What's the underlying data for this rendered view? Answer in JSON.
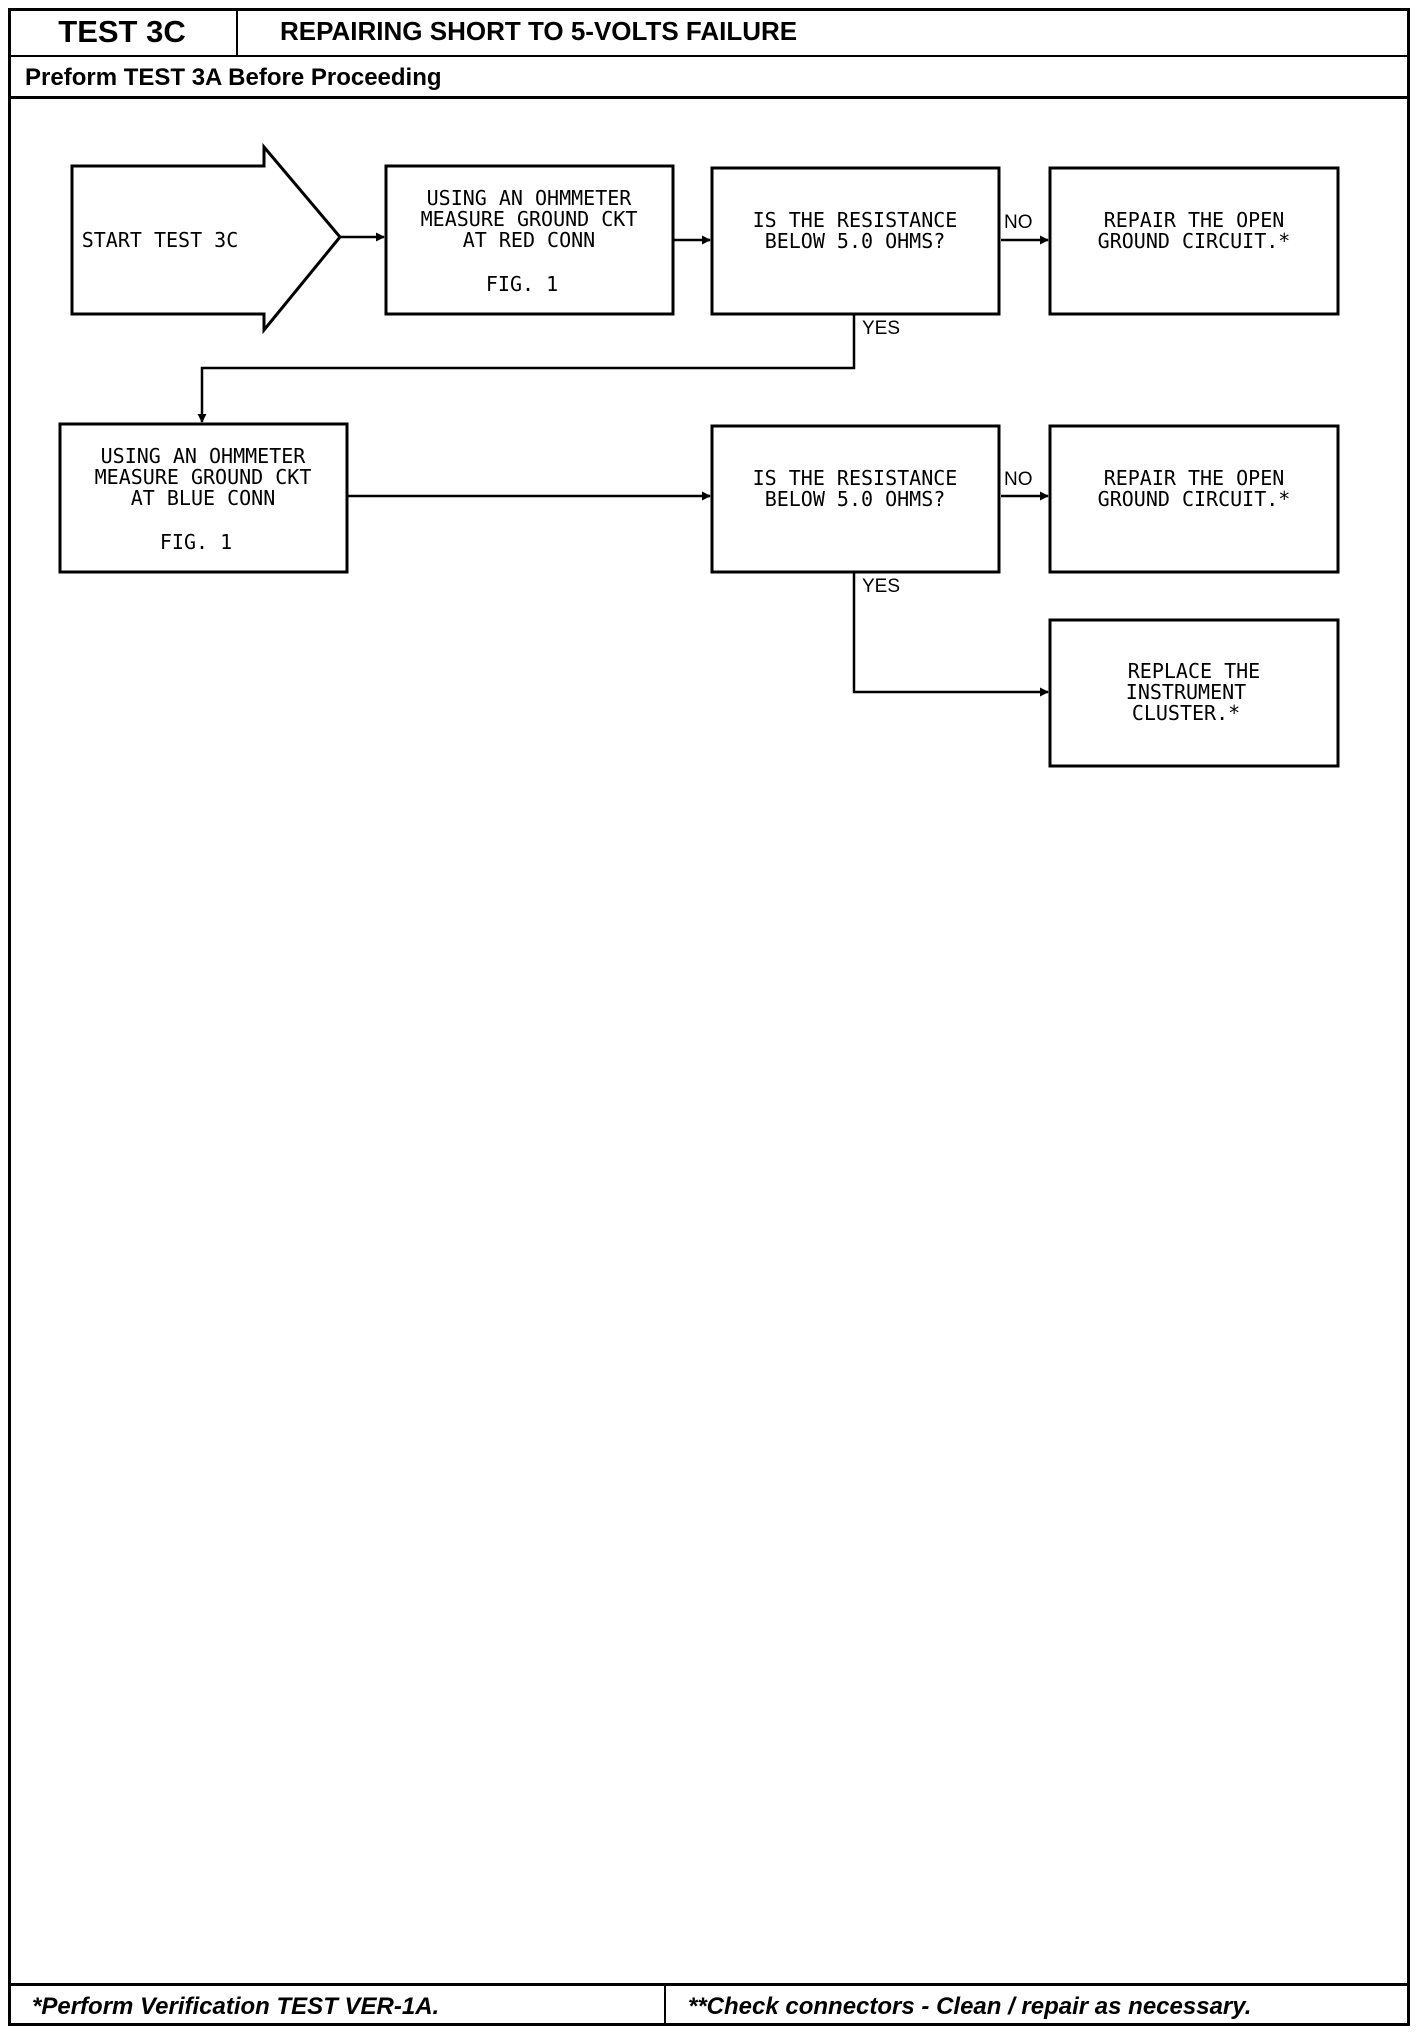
{
  "header": {
    "test_id": "TEST 3C",
    "title": "REPAIRING SHORT TO 5-VOLTS FAILURE",
    "prerequisite": "Preform TEST 3A Before Proceeding"
  },
  "flowchart": {
    "start": "START TEST 3C",
    "step1": {
      "lines": [
        "USING AN OHMMETER",
        "MEASURE GROUND CKT",
        "AT RED CONN"
      ],
      "fig": "FIG. 1"
    },
    "question1": {
      "lines": [
        "IS THE RESISTANCE",
        "BELOW 5.0 OHMS?"
      ]
    },
    "result1_no": {
      "lines": [
        "REPAIR THE OPEN",
        "GROUND CIRCUIT.*"
      ]
    },
    "step2": {
      "lines": [
        "USING AN OHMMETER",
        "MEASURE GROUND CKT",
        "AT BLUE CONN"
      ],
      "fig": "FIG. 1"
    },
    "question2": {
      "lines": [
        "IS THE RESISTANCE",
        "BELOW 5.0 OHMS?"
      ]
    },
    "result2_no": {
      "lines": [
        "REPAIR THE OPEN",
        "GROUND CIRCUIT.*"
      ]
    },
    "result2_yes": {
      "lines": [
        "REPLACE THE",
        "INSTRUMENT",
        "CLUSTER.*"
      ]
    },
    "label_no": "NO",
    "label_yes": "YES"
  },
  "footer": {
    "left": "*Perform Verification TEST VER-1A.",
    "right": "**Check connectors - Clean / repair as necessary."
  }
}
